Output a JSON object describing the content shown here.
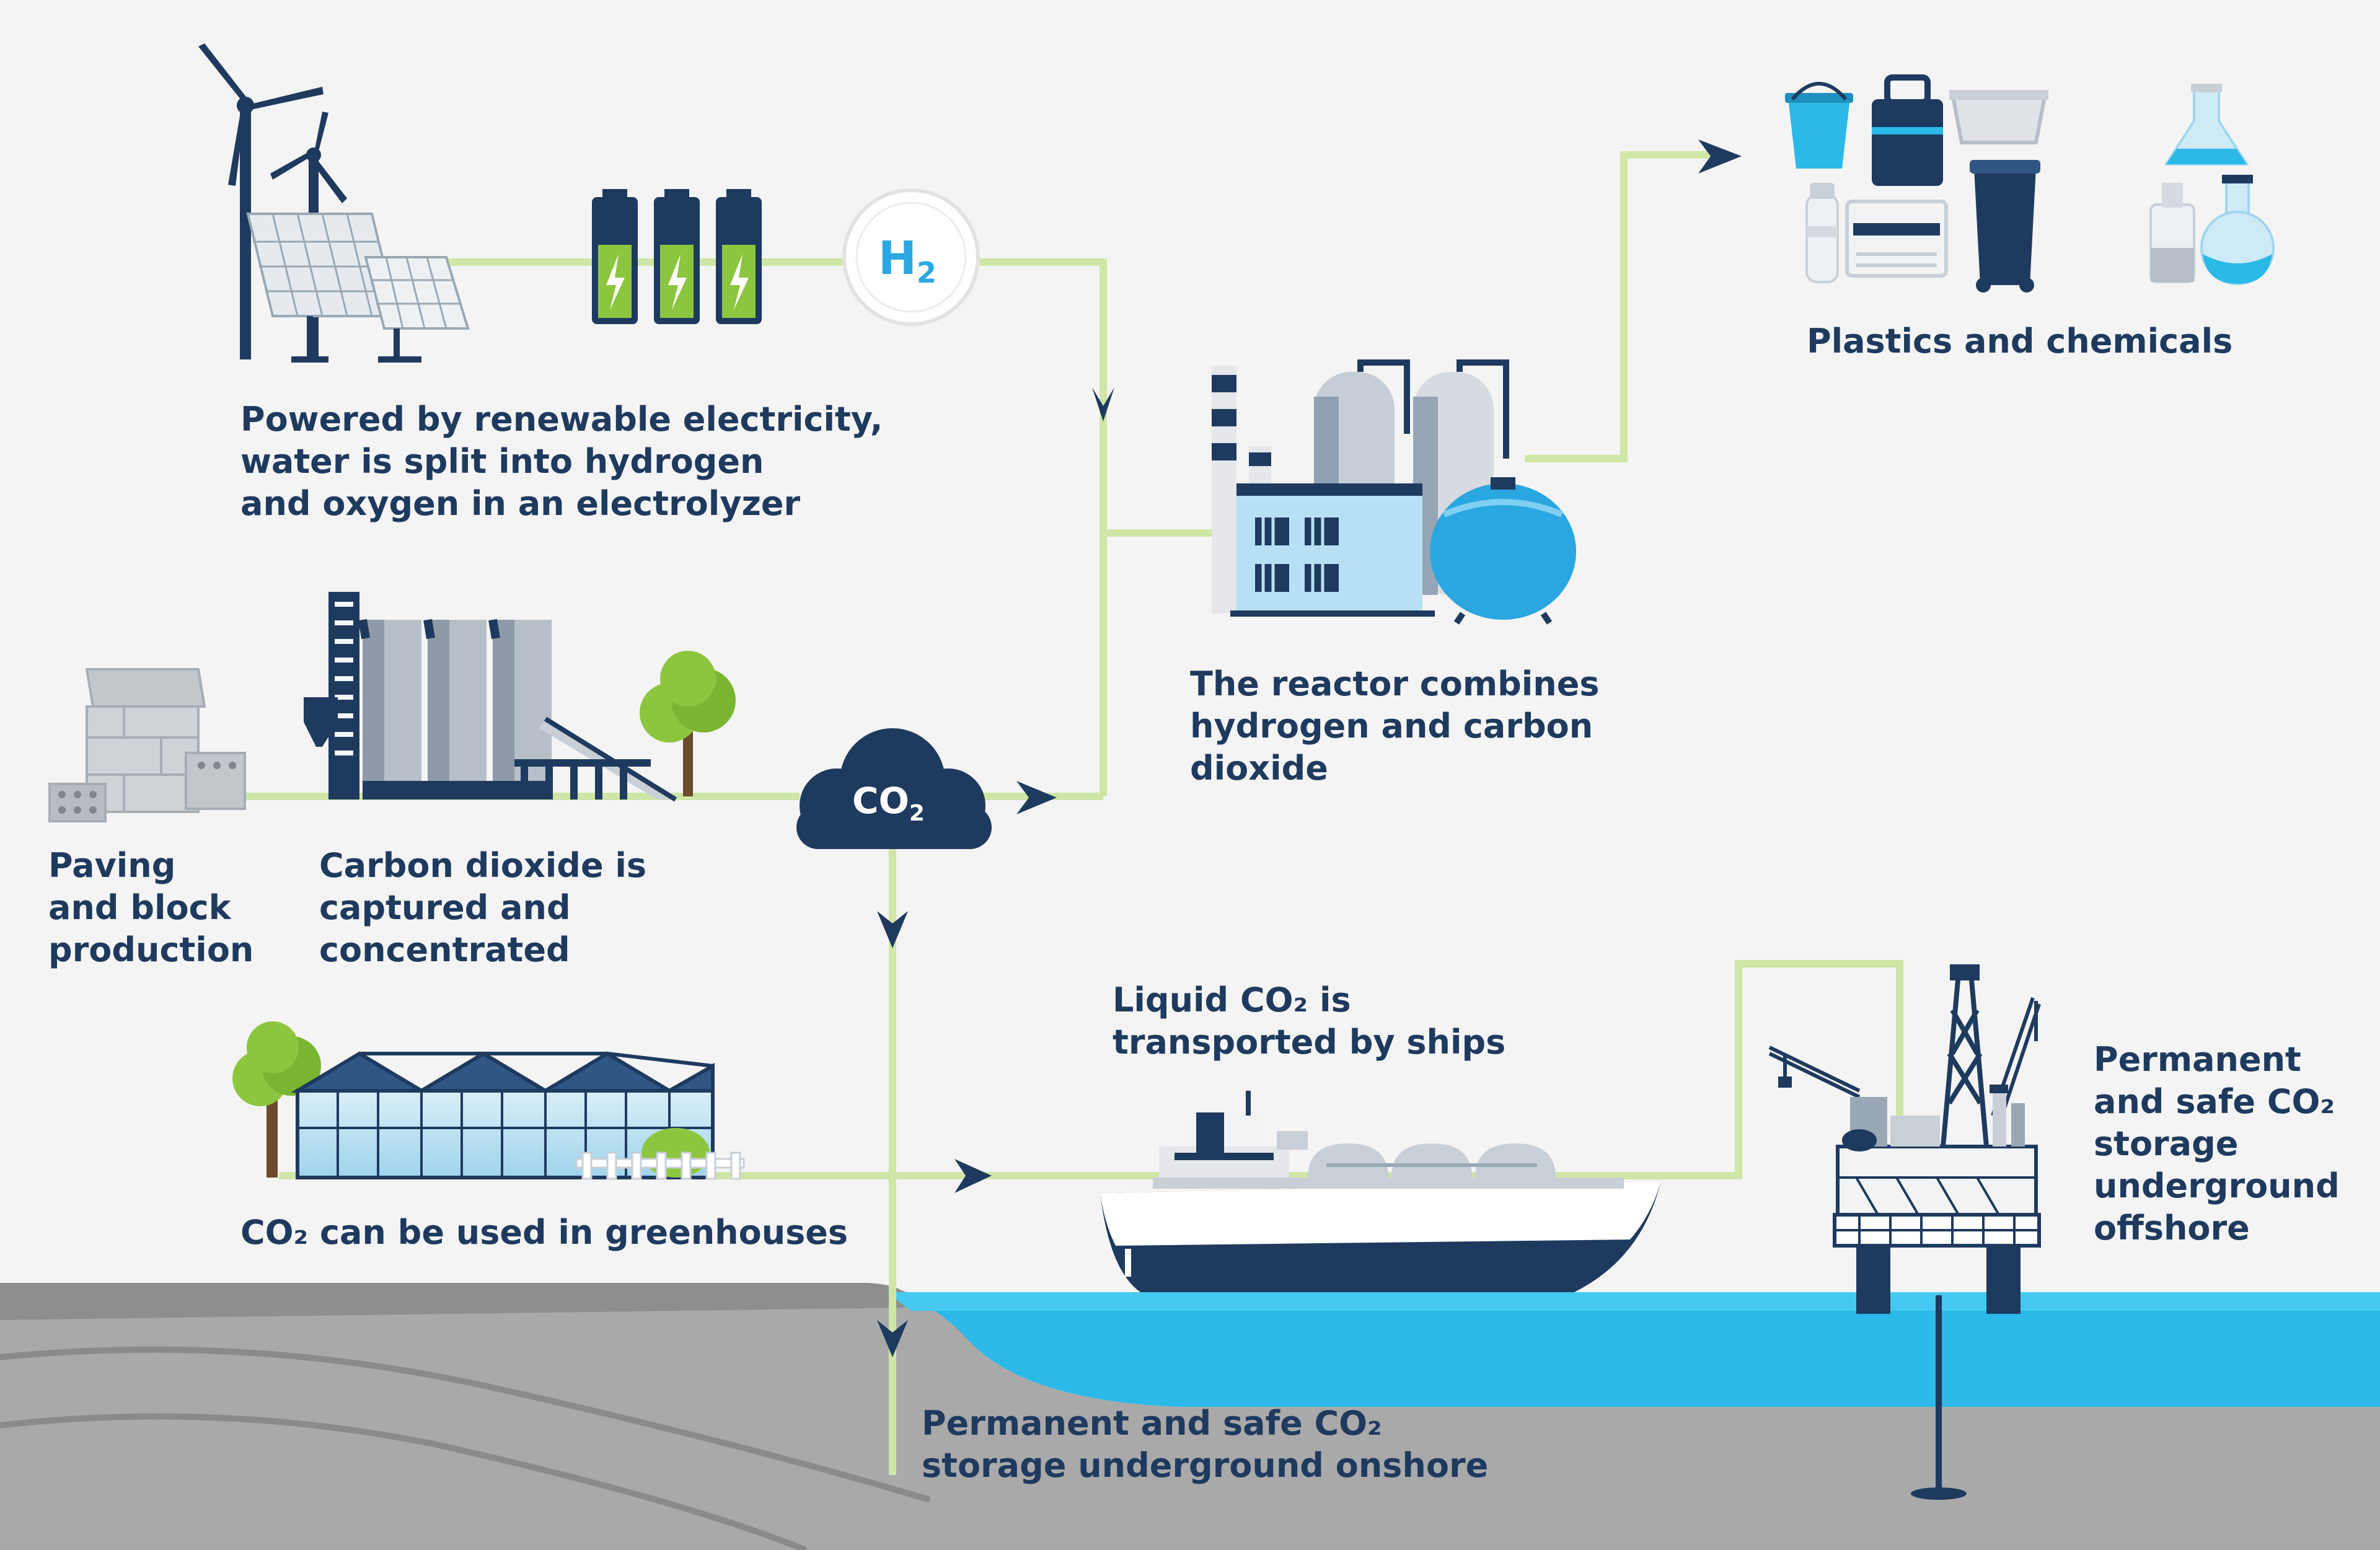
{
  "badges": {
    "h2": {
      "symbol": "H",
      "sub": "2"
    },
    "co2": {
      "symbol": "CO",
      "sub": "2"
    }
  },
  "labels": {
    "electrolyzer": [
      "Powered by renewable electricity,",
      "water is split into hydrogen",
      "and oxygen in an electrolyzer"
    ],
    "plastics": [
      "Plastics and chemicals"
    ],
    "reactor": [
      "The reactor combines",
      "hydrogen and carbon",
      "dioxide"
    ],
    "paving": [
      "Paving",
      "and block",
      "production"
    ],
    "capture": [
      "Carbon dioxide is",
      "captured and",
      "concentrated"
    ],
    "ships": [
      "Liquid CO₂ is",
      "transported by ships"
    ],
    "greenhouses": [
      "CO₂ can be used in greenhouses"
    ],
    "offshore": [
      "Permanent",
      "and safe CO₂",
      "storage",
      "underground",
      "offshore"
    ],
    "onshore": [
      "Permanent and safe CO₂",
      "storage underground onshore"
    ]
  },
  "colors": {
    "background": "#f4f4f4",
    "navy": "#1e3a5f",
    "flow_line": "#cfe6a6",
    "water": "#2bb9e8",
    "ground": "#a9a9a9",
    "battery_green": "#8cc63f",
    "hydrogen_blue": "#2aa7e1"
  }
}
